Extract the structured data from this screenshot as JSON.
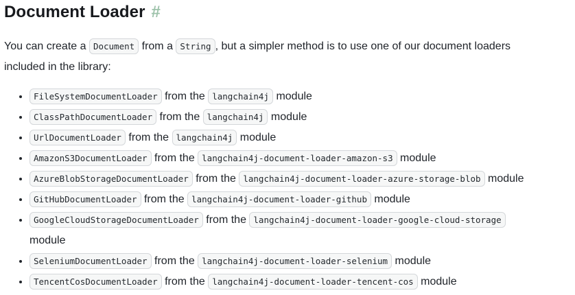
{
  "heading": {
    "text": "Document Loader",
    "anchor": "#"
  },
  "intro": {
    "t1": "You can create a ",
    "code1": "Document",
    "t2": " from a ",
    "code2": "String",
    "t3": ", but a simpler method is to use one of our document loaders included in the library:"
  },
  "strings": {
    "connector": " from the ",
    "suffix": " module"
  },
  "loaders": [
    {
      "class": "FileSystemDocumentLoader",
      "module": "langchain4j"
    },
    {
      "class": "ClassPathDocumentLoader",
      "module": "langchain4j"
    },
    {
      "class": "UrlDocumentLoader",
      "module": "langchain4j"
    },
    {
      "class": "AmazonS3DocumentLoader",
      "module": "langchain4j-document-loader-amazon-s3"
    },
    {
      "class": "AzureBlobStorageDocumentLoader",
      "module": "langchain4j-document-loader-azure-storage-blob"
    },
    {
      "class": "GitHubDocumentLoader",
      "module": "langchain4j-document-loader-github"
    },
    {
      "class": "GoogleCloudStorageDocumentLoader",
      "module": "langchain4j-document-loader-google-cloud-storage"
    },
    {
      "class": "SeleniumDocumentLoader",
      "module": "langchain4j-document-loader-selenium"
    },
    {
      "class": "TencentCosDocumentLoader",
      "module": "langchain4j-document-loader-tencent-cos"
    }
  ],
  "colors": {
    "anchor_green": "#9dc2aa",
    "heading_text": "#17191d",
    "body_text": "#20242a",
    "code_background": "#f6f7f7",
    "code_border": "#d4d7da"
  }
}
